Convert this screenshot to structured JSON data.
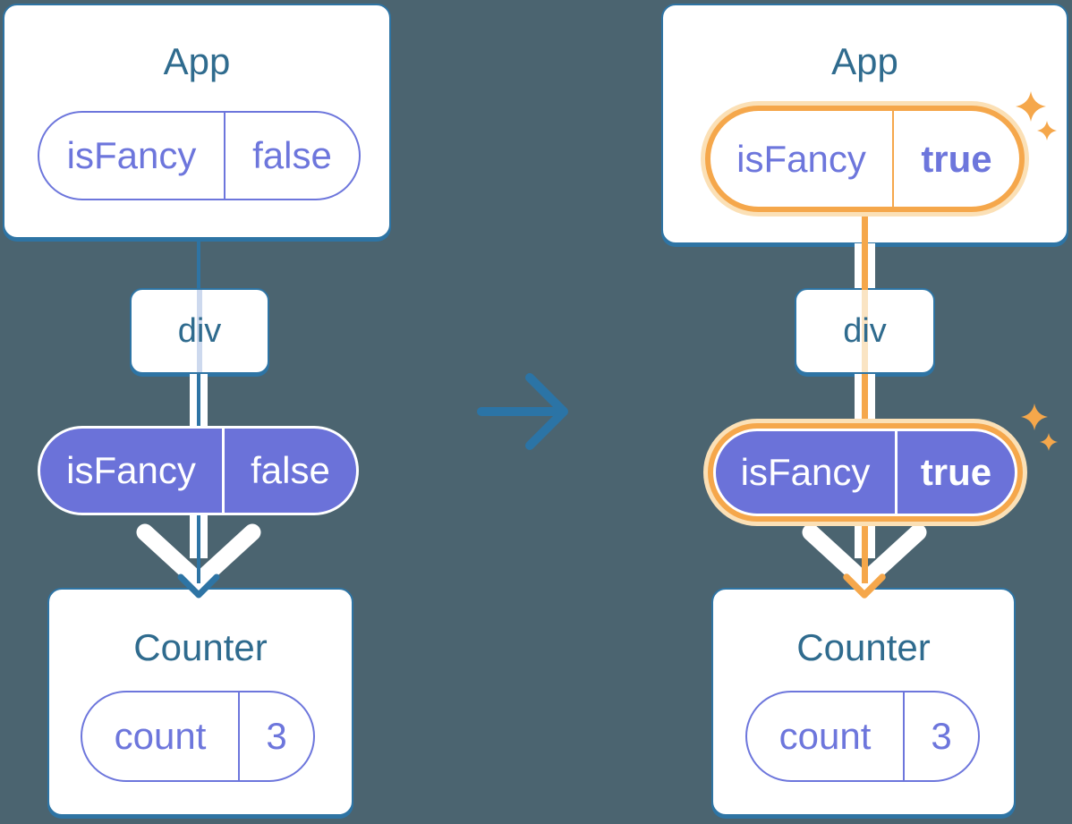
{
  "colors": {
    "background": "#4b6470",
    "connector_blue": "#2e74a4",
    "heading_blue": "#2f6b8e",
    "purple_fill": "#6b72d9",
    "purple_text": "#6d76dc",
    "lavender_line": "#cdd9ee",
    "highlight_orange": "#f5a74b",
    "highlight_halo": "#fbe0b6",
    "peach_line": "#fae4c3",
    "white": "#ffffff"
  },
  "icons": {
    "transition_arrow": "right-arrow-icon",
    "prop_arrow": "down-chevron-arrow-icon",
    "sparkles": "sparkle-icon"
  },
  "before": {
    "app": {
      "title": "App",
      "state_key": "isFancy",
      "state_value": "false"
    },
    "div_label": "div",
    "prop_key": "isFancy",
    "prop_value": "false",
    "counter": {
      "title": "Counter",
      "state_key": "count",
      "state_value": "3"
    }
  },
  "after": {
    "app": {
      "title": "App",
      "state_key": "isFancy",
      "state_value": "true"
    },
    "div_label": "div",
    "prop_key": "isFancy",
    "prop_value": "true",
    "counter": {
      "title": "Counter",
      "state_key": "count",
      "state_value": "3"
    }
  }
}
